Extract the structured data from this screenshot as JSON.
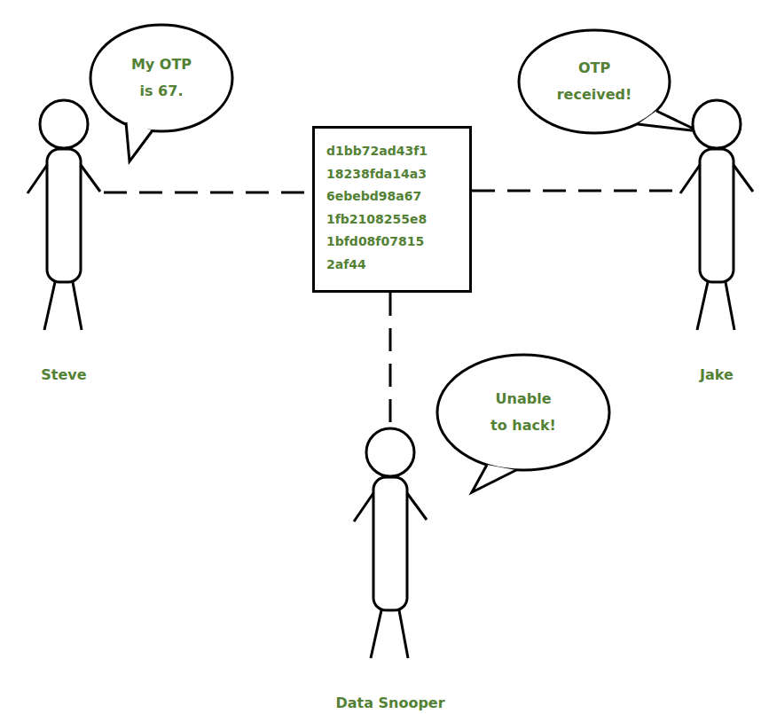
{
  "diagram": {
    "nodes": [
      {
        "text": [
          "My OTP is 67."
        ]
      },
      {
        "text": [
          "OTP received!"
        ]
      },
      {
        "text": [
          "Steve"
        ]
      },
      {
        "text": [
          "d1bb72ad43f1 18238fda14a3 6ebebd98a67 1fb2108255e8 1bfd08f07815 2af44"
        ]
      },
      {
        "text": [
          "Jake"
        ]
      },
      {
        "text": [
          "Unable to hack!"
        ]
      },
      {
        "text": [
          "Data Snooper"
        ]
      }
    ],
    "edges": [
      {
        "from": 2,
        "to": 3,
        "arrow": "none"
      },
      {
        "from": 3,
        "to": 4,
        "arrow": "none"
      },
      {
        "from": 3,
        "to": 6,
        "arrow": "none"
      }
    ]
  }
}
